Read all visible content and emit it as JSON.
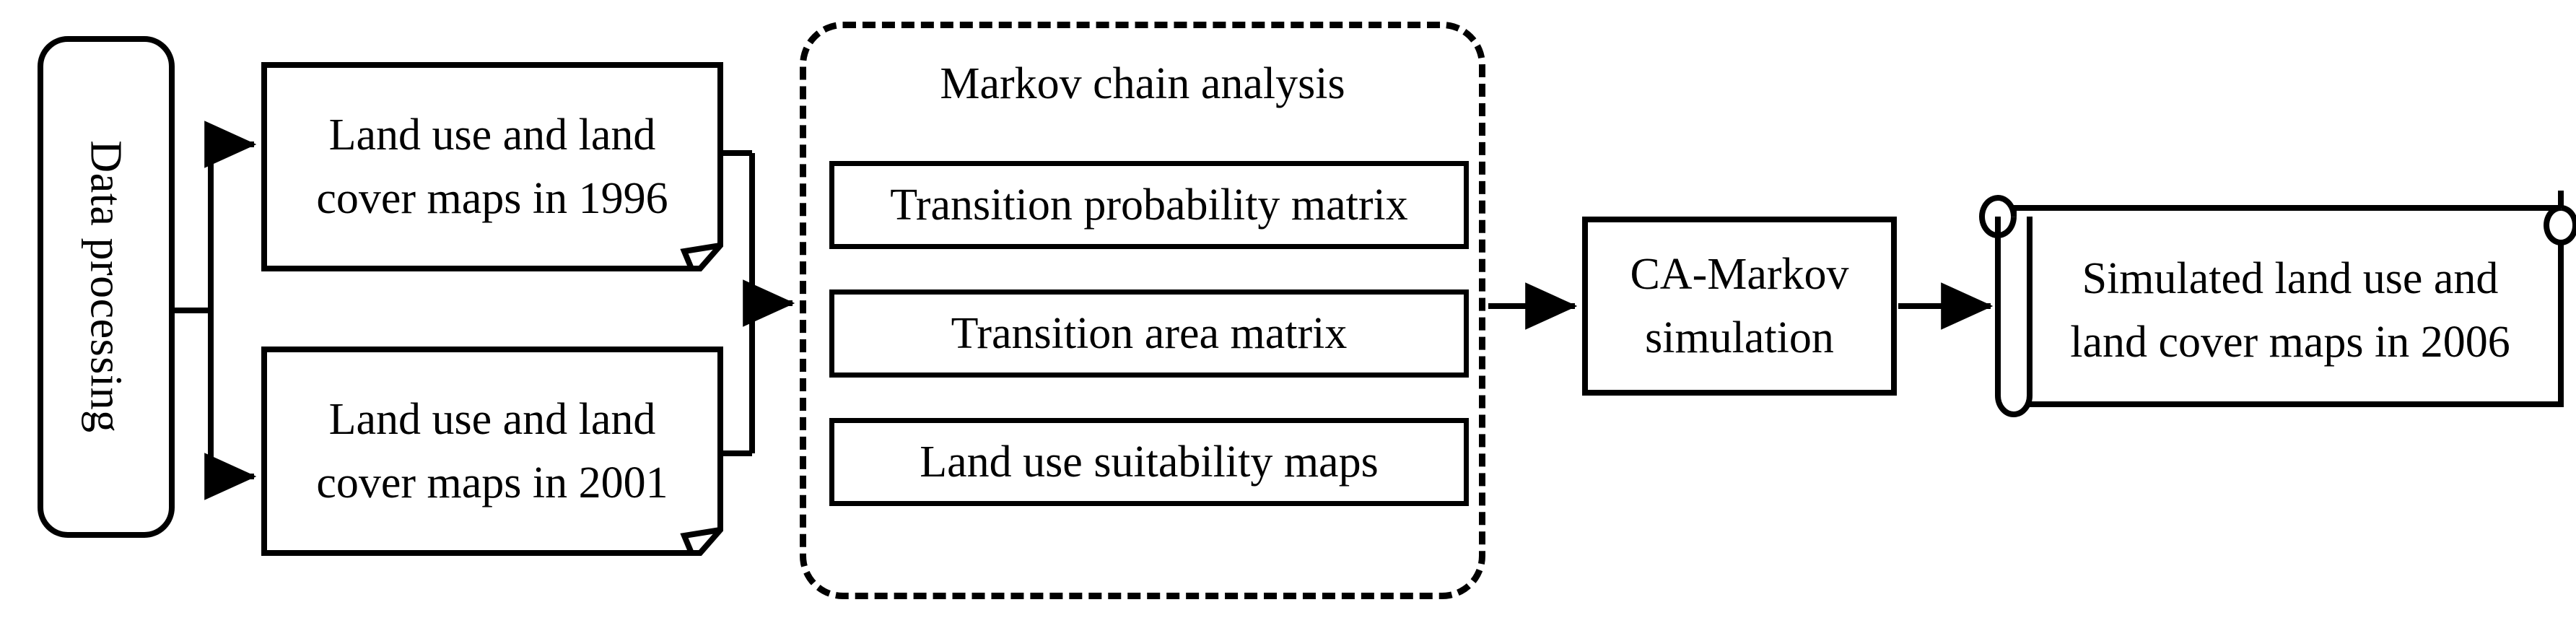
{
  "diagram": {
    "title": "CA-Markov land use change simulation workflow",
    "background_color": "#ffffff",
    "stroke_color": "#000000"
  },
  "nodes": {
    "data_processing": {
      "label": "Data processing",
      "shape": "rounded-rectangle",
      "orientation": "vertical-text"
    },
    "doc_1996": {
      "label": "Land use and land\ncover maps in 1996",
      "shape": "document-folded-corner"
    },
    "doc_2001": {
      "label": "Land use and land\ncover maps in 2001",
      "shape": "document-folded-corner"
    },
    "markov_group": {
      "title": "Markov chain analysis",
      "shape": "dashed-rounded-container",
      "items": [
        {
          "label": "Transition probability matrix"
        },
        {
          "label": "Transition area matrix"
        },
        {
          "label": "Land use suitability maps"
        }
      ]
    },
    "ca_markov": {
      "label": "CA-Markov\nsimulation",
      "shape": "rectangle"
    },
    "simulated_output": {
      "label": "Simulated land use and\nland cover maps in 2006",
      "shape": "scroll"
    }
  },
  "connectors": [
    {
      "from": "data_processing",
      "to": "doc_1996",
      "style": "elbow-arrow"
    },
    {
      "from": "data_processing",
      "to": "doc_2001",
      "style": "elbow-arrow"
    },
    {
      "from": "doc_1996",
      "to": "markov_group",
      "style": "elbow-merge-arrow"
    },
    {
      "from": "doc_2001",
      "to": "markov_group",
      "style": "elbow-merge-arrow"
    },
    {
      "from": "markov_group",
      "to": "ca_markov",
      "style": "straight-arrow"
    },
    {
      "from": "ca_markov",
      "to": "simulated_output",
      "style": "straight-arrow"
    }
  ]
}
